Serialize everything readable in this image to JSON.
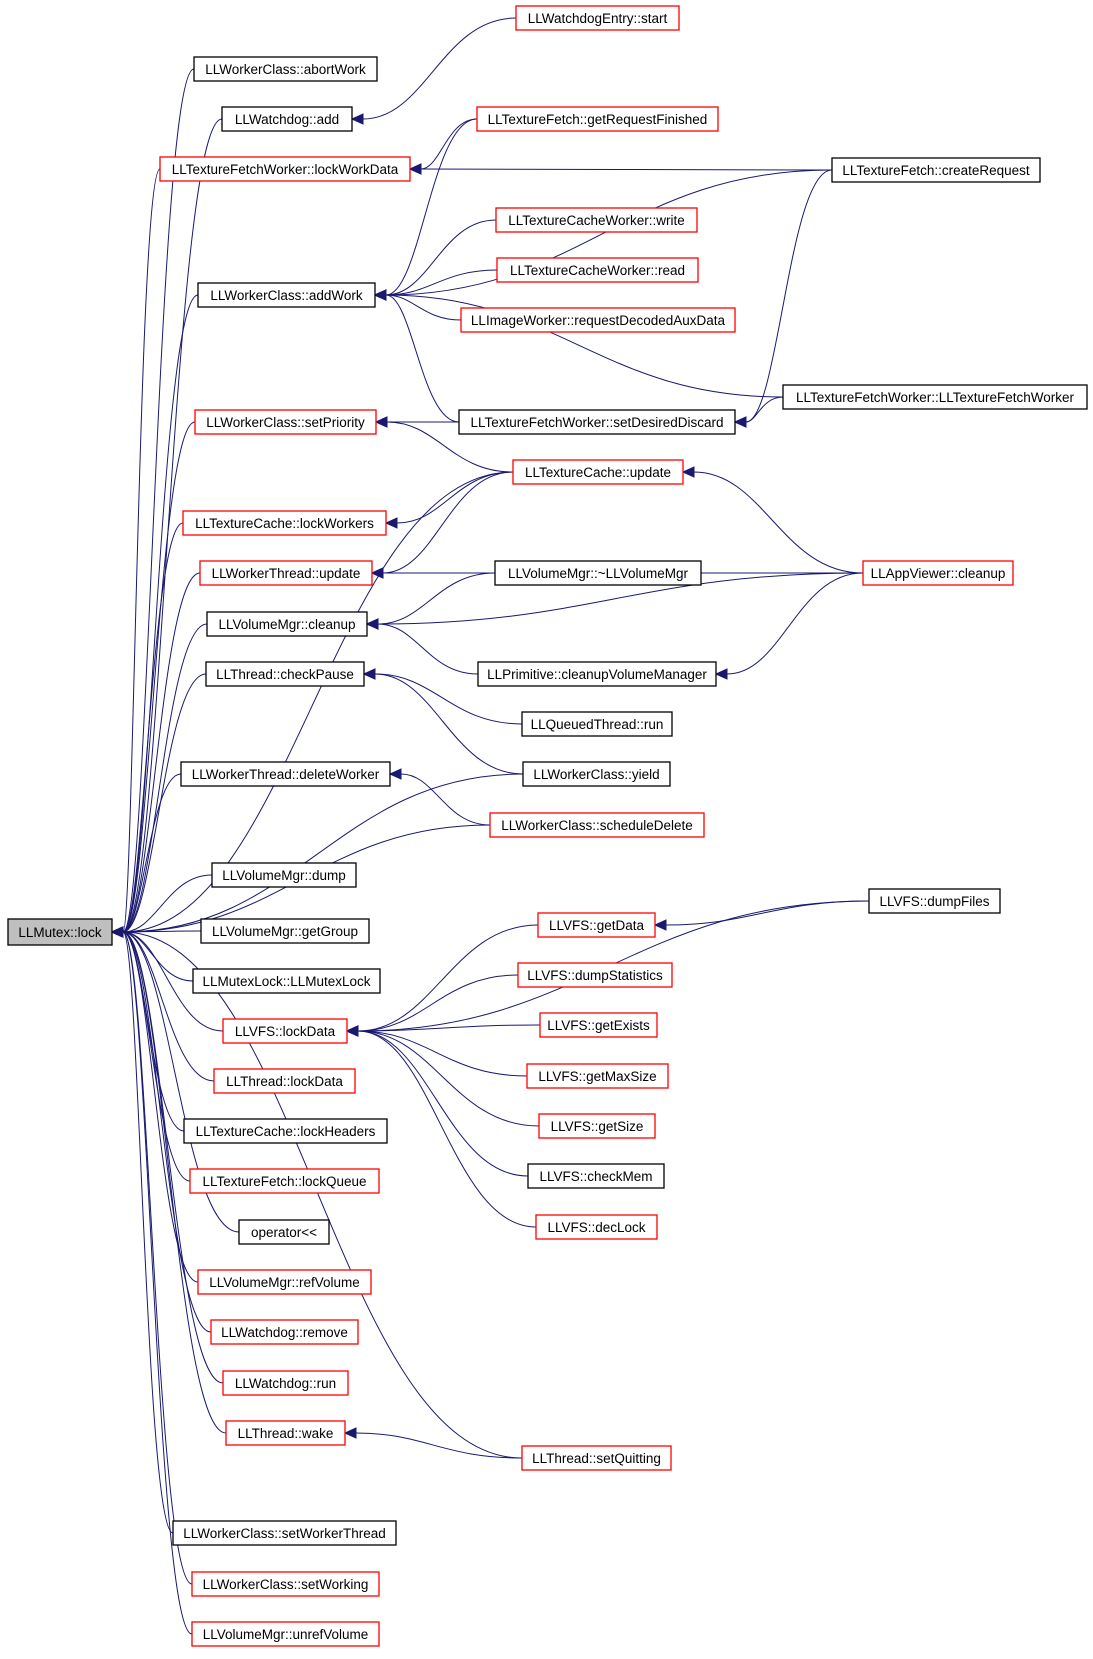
{
  "root": "n_mutex_lock",
  "nodes": [
    {
      "id": "n_mutex_lock",
      "label": "LLMutex::lock",
      "border": "root"
    },
    {
      "id": "n_wd_start",
      "label": "LLWatchdogEntry::start",
      "border": "red"
    },
    {
      "id": "n_wc_abort",
      "label": "LLWorkerClass::abortWork",
      "border": "black"
    },
    {
      "id": "n_wd_add",
      "label": "LLWatchdog::add",
      "border": "black"
    },
    {
      "id": "n_tf_getreq",
      "label": "LLTextureFetch::getRequestFinished",
      "border": "red"
    },
    {
      "id": "n_tfw_lockwork",
      "label": "LLTextureFetchWorker::lockWorkData",
      "border": "red"
    },
    {
      "id": "n_tf_create",
      "label": "LLTextureFetch::createRequest",
      "border": "black"
    },
    {
      "id": "n_tcw_write",
      "label": "LLTextureCacheWorker::write",
      "border": "red"
    },
    {
      "id": "n_tcw_read",
      "label": "LLTextureCacheWorker::read",
      "border": "red"
    },
    {
      "id": "n_wc_addwork",
      "label": "LLWorkerClass::addWork",
      "border": "black"
    },
    {
      "id": "n_iw_aux",
      "label": "LLImageWorker::requestDecodedAuxData",
      "border": "red"
    },
    {
      "id": "n_tfw_ctor",
      "label": "LLTextureFetchWorker::LLTextureFetchWorker",
      "border": "black"
    },
    {
      "id": "n_wc_setprio",
      "label": "LLWorkerClass::setPriority",
      "border": "red"
    },
    {
      "id": "n_tfw_setdisc",
      "label": "LLTextureFetchWorker::setDesiredDiscard",
      "border": "black"
    },
    {
      "id": "n_tc_update",
      "label": "LLTextureCache::update",
      "border": "red"
    },
    {
      "id": "n_tc_lockworkers",
      "label": "LLTextureCache::lockWorkers",
      "border": "red"
    },
    {
      "id": "n_wt_update",
      "label": "LLWorkerThread::update",
      "border": "red"
    },
    {
      "id": "n_vm_dtor",
      "label": "LLVolumeMgr::~LLVolumeMgr",
      "border": "black"
    },
    {
      "id": "n_app_cleanup",
      "label": "LLAppViewer::cleanup",
      "border": "red"
    },
    {
      "id": "n_vm_cleanup",
      "label": "LLVolumeMgr::cleanup",
      "border": "black"
    },
    {
      "id": "n_prim_cleanup",
      "label": "LLPrimitive::cleanupVolumeManager",
      "border": "black"
    },
    {
      "id": "n_th_checkpause",
      "label": "LLThread::checkPause",
      "border": "black"
    },
    {
      "id": "n_qt_run",
      "label": "LLQueuedThread::run",
      "border": "black"
    },
    {
      "id": "n_wc_yield",
      "label": "LLWorkerClass::yield",
      "border": "black"
    },
    {
      "id": "n_wt_delworker",
      "label": "LLWorkerThread::deleteWorker",
      "border": "black"
    },
    {
      "id": "n_wc_schedDel",
      "label": "LLWorkerClass::scheduleDelete",
      "border": "red"
    },
    {
      "id": "n_vm_dump",
      "label": "LLVolumeMgr::dump",
      "border": "black"
    },
    {
      "id": "n_vfs_dumpfiles",
      "label": "LLVFS::dumpFiles",
      "border": "black"
    },
    {
      "id": "n_vm_getgroup",
      "label": "LLVolumeMgr::getGroup",
      "border": "black"
    },
    {
      "id": "n_vfs_getdata",
      "label": "LLVFS::getData",
      "border": "red"
    },
    {
      "id": "n_ml_ctor",
      "label": "LLMutexLock::LLMutexLock",
      "border": "black"
    },
    {
      "id": "n_vfs_dumpstats",
      "label": "LLVFS::dumpStatistics",
      "border": "red"
    },
    {
      "id": "n_vfs_lockdata",
      "label": "LLVFS::lockData",
      "border": "red"
    },
    {
      "id": "n_vfs_getexists",
      "label": "LLVFS::getExists",
      "border": "red"
    },
    {
      "id": "n_th_lockdata",
      "label": "LLThread::lockData",
      "border": "red"
    },
    {
      "id": "n_vfs_getmaxsize",
      "label": "LLVFS::getMaxSize",
      "border": "red"
    },
    {
      "id": "n_tc_lockheaders",
      "label": "LLTextureCache::lockHeaders",
      "border": "black"
    },
    {
      "id": "n_vfs_getsize",
      "label": "LLVFS::getSize",
      "border": "red"
    },
    {
      "id": "n_tf_lockqueue",
      "label": "LLTextureFetch::lockQueue",
      "border": "red"
    },
    {
      "id": "n_vfs_checkmem",
      "label": "LLVFS::checkMem",
      "border": "black"
    },
    {
      "id": "n_op_ll",
      "label": "operator<<",
      "border": "black"
    },
    {
      "id": "n_vfs_declock",
      "label": "LLVFS::decLock",
      "border": "red"
    },
    {
      "id": "n_vm_refvol",
      "label": "LLVolumeMgr::refVolume",
      "border": "red"
    },
    {
      "id": "n_wd_remove",
      "label": "LLWatchdog::remove",
      "border": "red"
    },
    {
      "id": "n_wd_run",
      "label": "LLWatchdog::run",
      "border": "red"
    },
    {
      "id": "n_th_wake",
      "label": "LLThread::wake",
      "border": "red"
    },
    {
      "id": "n_th_setquit",
      "label": "LLThread::setQuitting",
      "border": "red"
    },
    {
      "id": "n_wc_setworkerthread",
      "label": "LLWorkerClass::setWorkerThread",
      "border": "black"
    },
    {
      "id": "n_wc_setworking",
      "label": "LLWorkerClass::setWorking",
      "border": "red"
    },
    {
      "id": "n_vm_unrefvol",
      "label": "LLVolumeMgr::unrefVolume",
      "border": "red"
    }
  ],
  "edges": [
    [
      "n_wc_abort",
      "n_mutex_lock"
    ],
    [
      "n_wd_add",
      "n_mutex_lock"
    ],
    [
      "n_tfw_lockwork",
      "n_mutex_lock"
    ],
    [
      "n_wc_addwork",
      "n_mutex_lock"
    ],
    [
      "n_wc_setprio",
      "n_mutex_lock"
    ],
    [
      "n_tc_update",
      "n_mutex_lock"
    ],
    [
      "n_tc_lockworkers",
      "n_mutex_lock"
    ],
    [
      "n_wt_update",
      "n_mutex_lock"
    ],
    [
      "n_vm_cleanup",
      "n_mutex_lock"
    ],
    [
      "n_th_checkpause",
      "n_mutex_lock"
    ],
    [
      "n_wc_yield",
      "n_mutex_lock"
    ],
    [
      "n_wt_delworker",
      "n_mutex_lock"
    ],
    [
      "n_wc_schedDel",
      "n_mutex_lock"
    ],
    [
      "n_vm_dump",
      "n_mutex_lock"
    ],
    [
      "n_vm_getgroup",
      "n_mutex_lock"
    ],
    [
      "n_ml_ctor",
      "n_mutex_lock"
    ],
    [
      "n_vfs_lockdata",
      "n_mutex_lock"
    ],
    [
      "n_th_lockdata",
      "n_mutex_lock"
    ],
    [
      "n_tc_lockheaders",
      "n_mutex_lock"
    ],
    [
      "n_tf_lockqueue",
      "n_mutex_lock"
    ],
    [
      "n_op_ll",
      "n_mutex_lock"
    ],
    [
      "n_vm_refvol",
      "n_mutex_lock"
    ],
    [
      "n_wd_remove",
      "n_mutex_lock"
    ],
    [
      "n_wd_run",
      "n_mutex_lock"
    ],
    [
      "n_th_wake",
      "n_mutex_lock"
    ],
    [
      "n_th_setquit",
      "n_mutex_lock"
    ],
    [
      "n_wc_setworkerthread",
      "n_mutex_lock"
    ],
    [
      "n_wc_setworking",
      "n_mutex_lock"
    ],
    [
      "n_vm_unrefvol",
      "n_mutex_lock"
    ],
    [
      "n_wd_start",
      "n_wd_add"
    ],
    [
      "n_tf_getreq",
      "n_tfw_lockwork"
    ],
    [
      "n_tf_create",
      "n_tfw_lockwork"
    ],
    [
      "n_tf_getreq",
      "n_wc_addwork"
    ],
    [
      "n_tf_create",
      "n_wc_addwork"
    ],
    [
      "n_tcw_write",
      "n_wc_addwork"
    ],
    [
      "n_tcw_read",
      "n_wc_addwork"
    ],
    [
      "n_iw_aux",
      "n_wc_addwork"
    ],
    [
      "n_tfw_ctor",
      "n_wc_addwork"
    ],
    [
      "n_tfw_setdisc",
      "n_wc_addwork"
    ],
    [
      "n_tfw_ctor",
      "n_tfw_setdisc"
    ],
    [
      "n_tf_create",
      "n_tfw_setdisc"
    ],
    [
      "n_tfw_setdisc",
      "n_wc_setprio"
    ],
    [
      "n_tc_update",
      "n_wc_setprio"
    ],
    [
      "n_tc_update",
      "n_tc_lockworkers"
    ],
    [
      "n_app_cleanup",
      "n_tc_update"
    ],
    [
      "n_tc_update",
      "n_wt_update"
    ],
    [
      "n_app_cleanup",
      "n_wt_update"
    ],
    [
      "n_vm_dtor",
      "n_vm_cleanup"
    ],
    [
      "n_app_cleanup",
      "n_vm_cleanup"
    ],
    [
      "n_prim_cleanup",
      "n_vm_cleanup"
    ],
    [
      "n_app_cleanup",
      "n_prim_cleanup"
    ],
    [
      "n_qt_run",
      "n_th_checkpause"
    ],
    [
      "n_wc_yield",
      "n_th_checkpause"
    ],
    [
      "n_wc_schedDel",
      "n_wt_delworker"
    ],
    [
      "n_vfs_dumpfiles",
      "n_vfs_getdata"
    ],
    [
      "n_vfs_dumpfiles",
      "n_vfs_lockdata"
    ],
    [
      "n_vfs_getdata",
      "n_vfs_lockdata"
    ],
    [
      "n_vfs_dumpstats",
      "n_vfs_lockdata"
    ],
    [
      "n_vfs_getexists",
      "n_vfs_lockdata"
    ],
    [
      "n_vfs_getmaxsize",
      "n_vfs_lockdata"
    ],
    [
      "n_vfs_getsize",
      "n_vfs_lockdata"
    ],
    [
      "n_vfs_checkmem",
      "n_vfs_lockdata"
    ],
    [
      "n_vfs_declock",
      "n_vfs_lockdata"
    ],
    [
      "n_th_setquit",
      "n_th_wake"
    ]
  ]
}
